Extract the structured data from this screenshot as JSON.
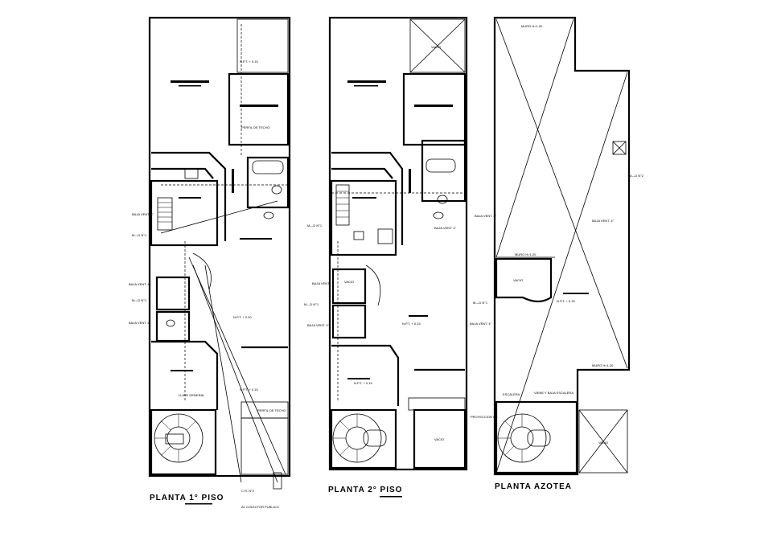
{
  "titles": {
    "first_floor": "PLANTA 1° PISO",
    "second_floor": "PLANTA 2° PISO",
    "roof": "PLANTA AZOTEA"
  }
}
